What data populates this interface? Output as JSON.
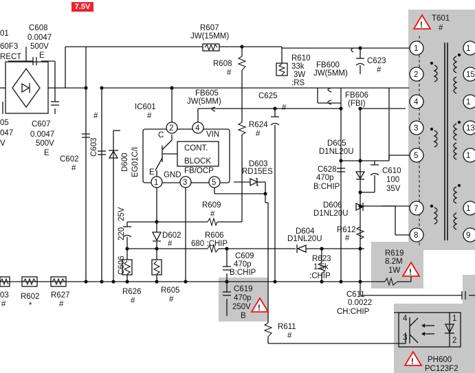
{
  "voltage_badge": "7.5V",
  "comp": {
    "c608": [
      "C608",
      "0.0047",
      "500V",
      "E"
    ],
    "c607": [
      "C607",
      "0.0047",
      "500V",
      "E"
    ],
    "left_partial": [
      "01",
      "60F3",
      "RECT",
      "05",
      "047",
      "V"
    ],
    "r607": [
      "R607",
      "JW(15MM)"
    ],
    "r608": [
      "R608",
      "#"
    ],
    "r610": [
      "R610",
      "33k",
      "3W",
      ":RS"
    ],
    "fb600": [
      "FB600",
      "JW(5MM)"
    ],
    "c623": [
      "C623",
      "#"
    ],
    "fb605": [
      "FB605",
      "JW(5MM)"
    ],
    "c625": [
      "C625",
      "#"
    ],
    "fb606": [
      "FB606",
      "(FBI)"
    ],
    "ic601": [
      "IC601",
      "#"
    ],
    "ic_pins": [
      "C",
      "2",
      "4",
      "VIN",
      "CONT.",
      "BLOCK",
      "E",
      "GND",
      "FB/OCP",
      "1",
      "3",
      "5"
    ],
    "c603": [
      "C603",
      "#"
    ],
    "c602": [
      "C602",
      "#"
    ],
    "d600": [
      "D600",
      "EG01C/I"
    ],
    "r624": [
      "R624",
      "#"
    ],
    "d605": [
      "D605",
      "D1NL20U"
    ],
    "d603": [
      "D603",
      "RD15ES"
    ],
    "c628": [
      "C628",
      "470p",
      "B:CHIP"
    ],
    "c610": [
      "C610",
      "100",
      "35V"
    ],
    "d606": [
      "D606",
      "D1NL20U"
    ],
    "r609": [
      "R609",
      "#"
    ],
    "c606": [
      "C606",
      "220",
      "25V"
    ],
    "d602": [
      "D602",
      "#"
    ],
    "r606": [
      "R606",
      "680 :CHIP"
    ],
    "d604": [
      "D604",
      "D1NL20U"
    ],
    "r612": [
      "R612",
      "#"
    ],
    "r619": [
      "R619",
      "8.2M",
      "1W"
    ],
    "r623": [
      "R623",
      "1.5k",
      ":CHIP"
    ],
    "c609": [
      "C609",
      "470p",
      "B:CHIP"
    ],
    "c619": [
      "C619",
      "470p",
      "250V",
      "B"
    ],
    "r626": [
      "R626",
      "#"
    ],
    "r605": [
      "R605",
      "#"
    ],
    "r603_partial": [
      "03",
      "#"
    ],
    "r602": [
      "R602",
      "*"
    ],
    "r627": [
      "R627",
      "#"
    ],
    "c611": [
      "C611",
      "0.0022",
      "CH:CHIP"
    ],
    "r611": [
      "R611",
      "#"
    ],
    "t601": [
      "T601",
      "#"
    ],
    "t601_pins": [
      "1",
      "2",
      "4",
      "3",
      "5",
      "7",
      "8"
    ],
    "t601_right_pins": [
      "1",
      "15",
      "1",
      "13",
      "1",
      "1",
      "9"
    ],
    "ph600": [
      "PH600",
      "PC123F2"
    ],
    "ph_pins": [
      "4",
      "1",
      "3",
      "2"
    ],
    "warning_mark": "!"
  }
}
